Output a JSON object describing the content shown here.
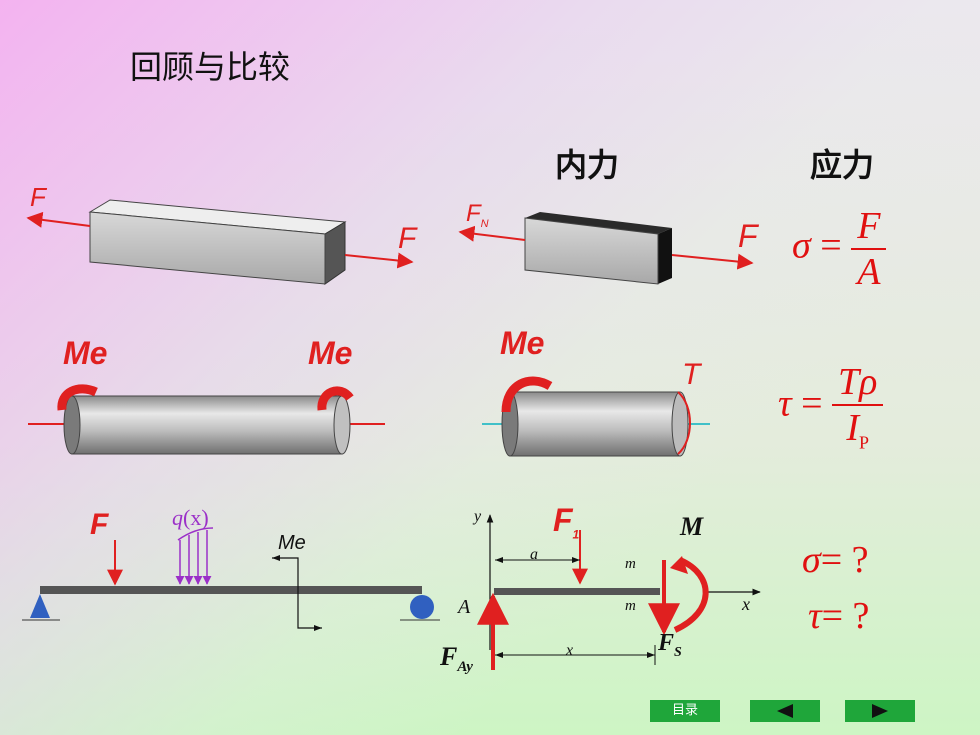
{
  "title": "回顾与比较",
  "headers": {
    "internal_force": "内力",
    "stress": "应力"
  },
  "tension": {
    "force_left": "F",
    "force_right": "F",
    "section_force_left": "F",
    "section_force_sub": "N",
    "section_force_right": "F"
  },
  "torsion": {
    "moment_left": "Me",
    "moment_right": "Me",
    "section_moment": "Me",
    "section_torque": "T"
  },
  "bending": {
    "point_load": "F",
    "dist_load_q": "q",
    "dist_load_x": "(x)",
    "moment_label": "Me",
    "section_load": "F",
    "section_load_sub": "1",
    "dim_a": "a",
    "dim_x": "x",
    "axis_y": "y",
    "axis_x": "x",
    "section_mark_top": "m",
    "section_mark_bottom": "m",
    "support_label": "A",
    "moment_M": "M",
    "shear_F": "F",
    "shear_sub": "S",
    "reaction_F": "F",
    "reaction_sub": "Ay"
  },
  "formulas": {
    "normal_lhs": "σ",
    "normal_eq": "=",
    "normal_num": "F",
    "normal_den": "A",
    "shear_lhs": "τ",
    "shear_eq": "=",
    "shear_num": "Tρ",
    "shear_den": "I",
    "shear_den_sub": "P",
    "bending_sigma": "σ",
    "bending_sigma_rest": "= ?",
    "bending_tau": "τ",
    "bending_tau_rest": "= ?"
  },
  "nav": {
    "contents": "目录",
    "prev_icon": "triangle-left-icon",
    "next_icon": "triangle-right-icon"
  },
  "colors": {
    "force_red": "#e02020",
    "nav_green": "#1fa63a",
    "purple_load": "#9b30c8"
  }
}
